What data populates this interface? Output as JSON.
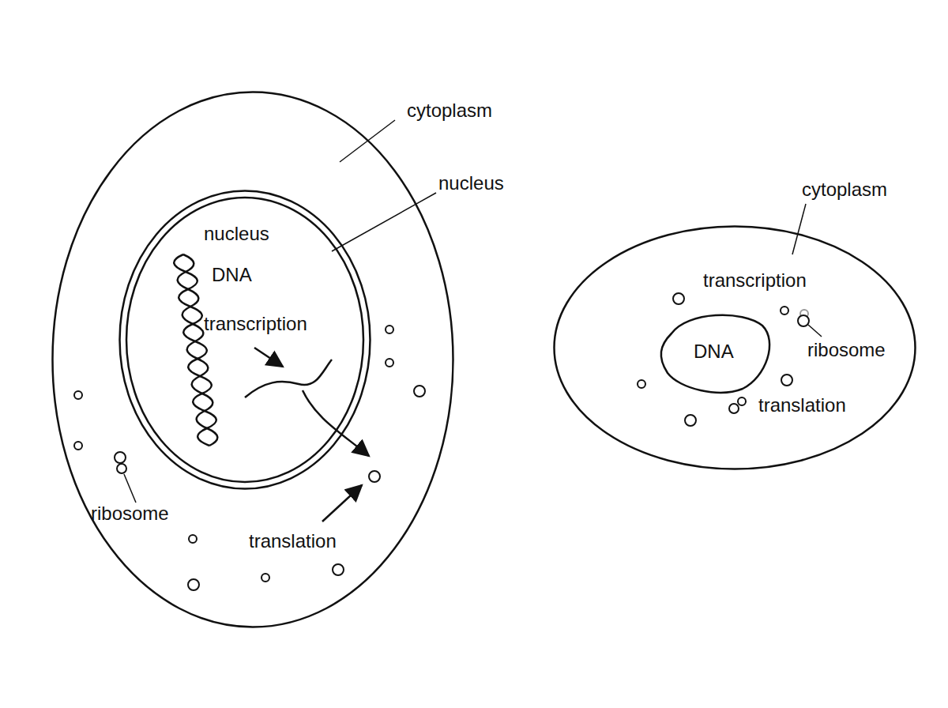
{
  "diagram": {
    "nodes": [
      {
        "text": [
          "cytoplasm",
          "ribosome",
          "translation"
        ]
      },
      {
        "text": [
          "nucleus",
          "nucleus",
          "DNA",
          "transcription"
        ],
        "in": 0
      },
      {
        "text": [
          "cytoplasm",
          "transcription",
          "ribosome",
          "translation"
        ]
      },
      {
        "text": [
          "DNA"
        ],
        "in": 2
      }
    ]
  }
}
